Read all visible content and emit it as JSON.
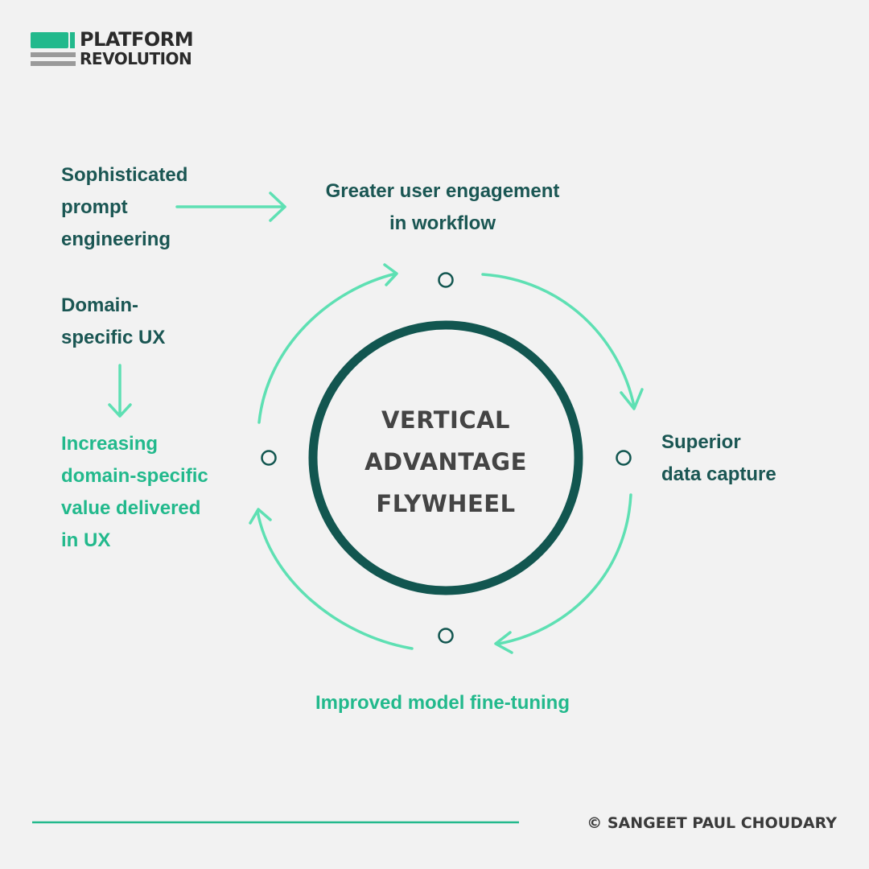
{
  "brand": {
    "line1": "PLATFORM",
    "line2": "REVOLUTION",
    "colors": {
      "teal": "#22b98c",
      "gray": "#9a9a9a"
    }
  },
  "diagram": {
    "center": {
      "line1": "VERTICAL",
      "line2": "ADVANTAGE",
      "line3": "FLYWHEEL"
    },
    "nodes": {
      "top": {
        "line1": "Greater user engagement",
        "line2": "in workflow"
      },
      "right": {
        "line1": "Superior",
        "line2": "data capture"
      },
      "bottom": {
        "line1": "Improved model fine-tuning"
      },
      "left": {
        "line1": "Increasing",
        "line2": "domain-specific",
        "line3": "value delivered",
        "line4": "in UX"
      }
    },
    "inputs": {
      "prompt": {
        "line1": "Sophisticated",
        "line2": "prompt",
        "line3": "engineering"
      },
      "ux": {
        "line1": "Domain-",
        "line2": "specific UX"
      }
    },
    "colors": {
      "ring": "#125650",
      "arrow": "#5ee0b3",
      "dark_text": "#1a5653",
      "teal_text": "#22b98c"
    }
  },
  "footer": {
    "copyright": "© SANGEET PAUL CHOUDARY"
  }
}
